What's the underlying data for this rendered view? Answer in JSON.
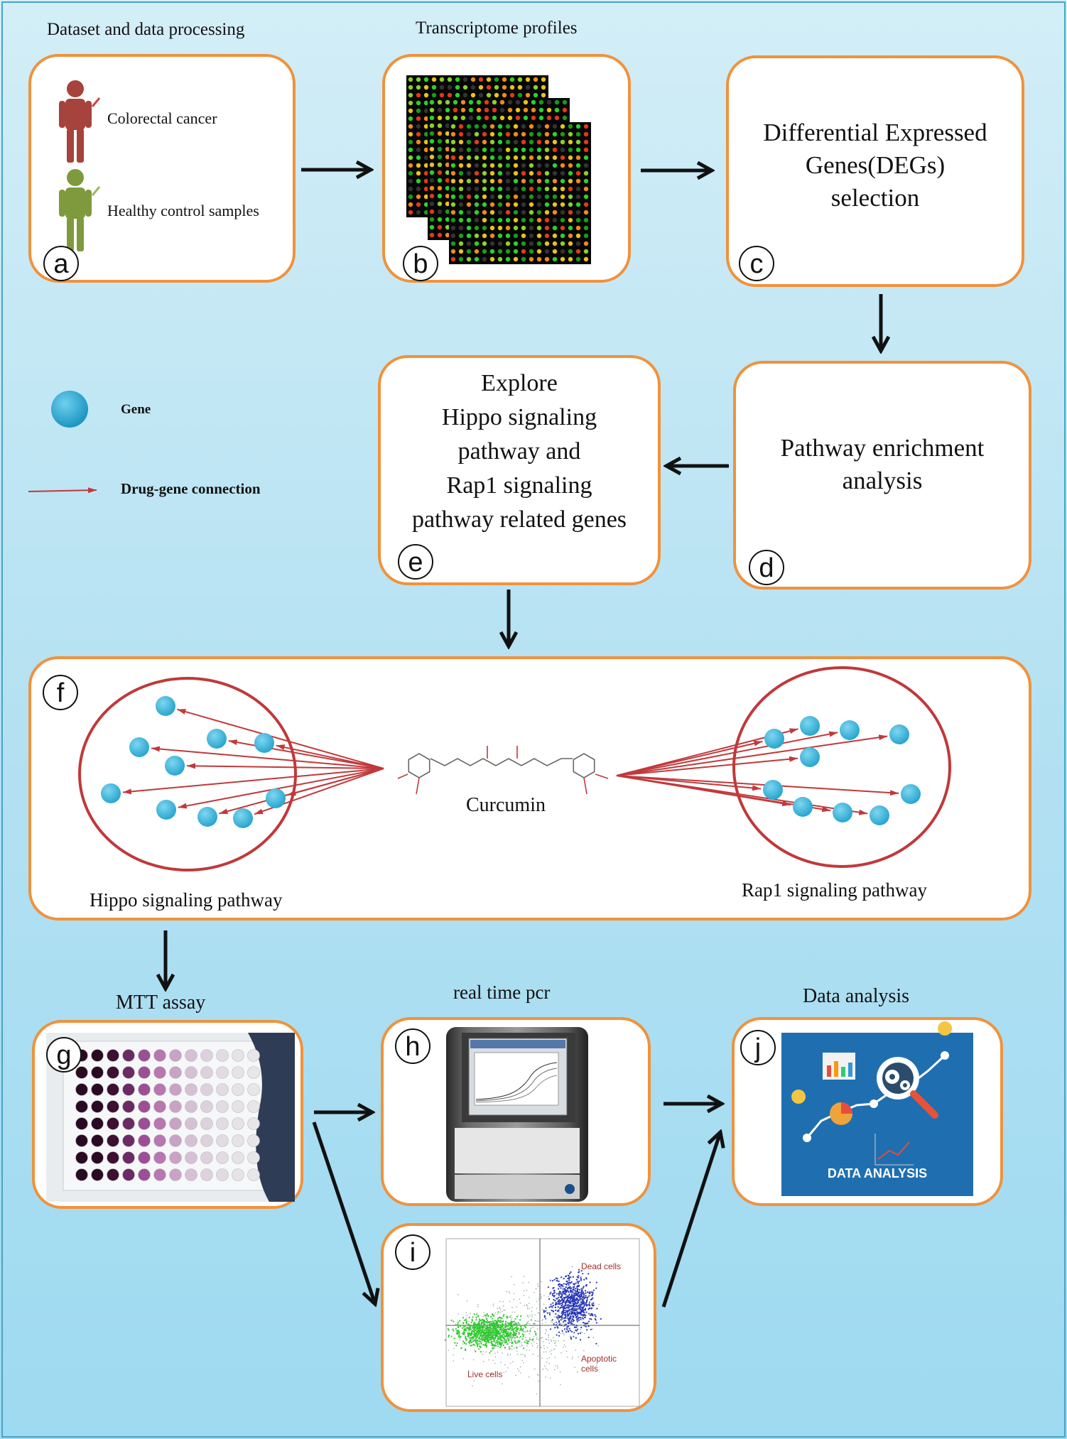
{
  "titles": {
    "dataset": "Dataset and data processing",
    "transcriptome": "Transcriptome profiles",
    "mtt": "MTT assay",
    "pcr": "real time pcr",
    "analysis": "Data analysis"
  },
  "box_a": {
    "letter": "a",
    "item1": "Colorectal cancer",
    "item2": "Healthy control  samples"
  },
  "box_b": {
    "letter": "b"
  },
  "box_c": {
    "letter": "c",
    "line1": "Differential  Expressed",
    "line2": "Genes(DEGs)",
    "line3": "selection"
  },
  "box_d": {
    "letter": "d",
    "line1": "Pathway enrichment",
    "line2": "analysis"
  },
  "box_e": {
    "letter": "e",
    "line1": "Explore",
    "line2": "Hippo signaling",
    "line3": "pathway and",
    "line4": "Rap1 signaling",
    "line5": "pathway related genes"
  },
  "box_f": {
    "letter": "f",
    "drug": "Curcumin",
    "left_pathway": "Hippo  signaling  pathway",
    "right_pathway": "Rap1  signaling  pathway"
  },
  "box_g": {
    "letter": "g"
  },
  "box_h": {
    "letter": "h"
  },
  "box_i": {
    "letter": "i",
    "dead": "Dead cells",
    "apoptotic": "Apoptotic cells",
    "live": "Live cells"
  },
  "box_j": {
    "letter": "j",
    "banner": "DATA ANALYSIS"
  },
  "legend": {
    "gene": "Gene",
    "connection": "Drug-gene connection"
  },
  "colors": {
    "box_border": "#f0923c",
    "gene": "#29a6cf",
    "connection": "#c0393b",
    "cancer_person": "#a5433c",
    "healthy_person": "#7e9a3d"
  }
}
